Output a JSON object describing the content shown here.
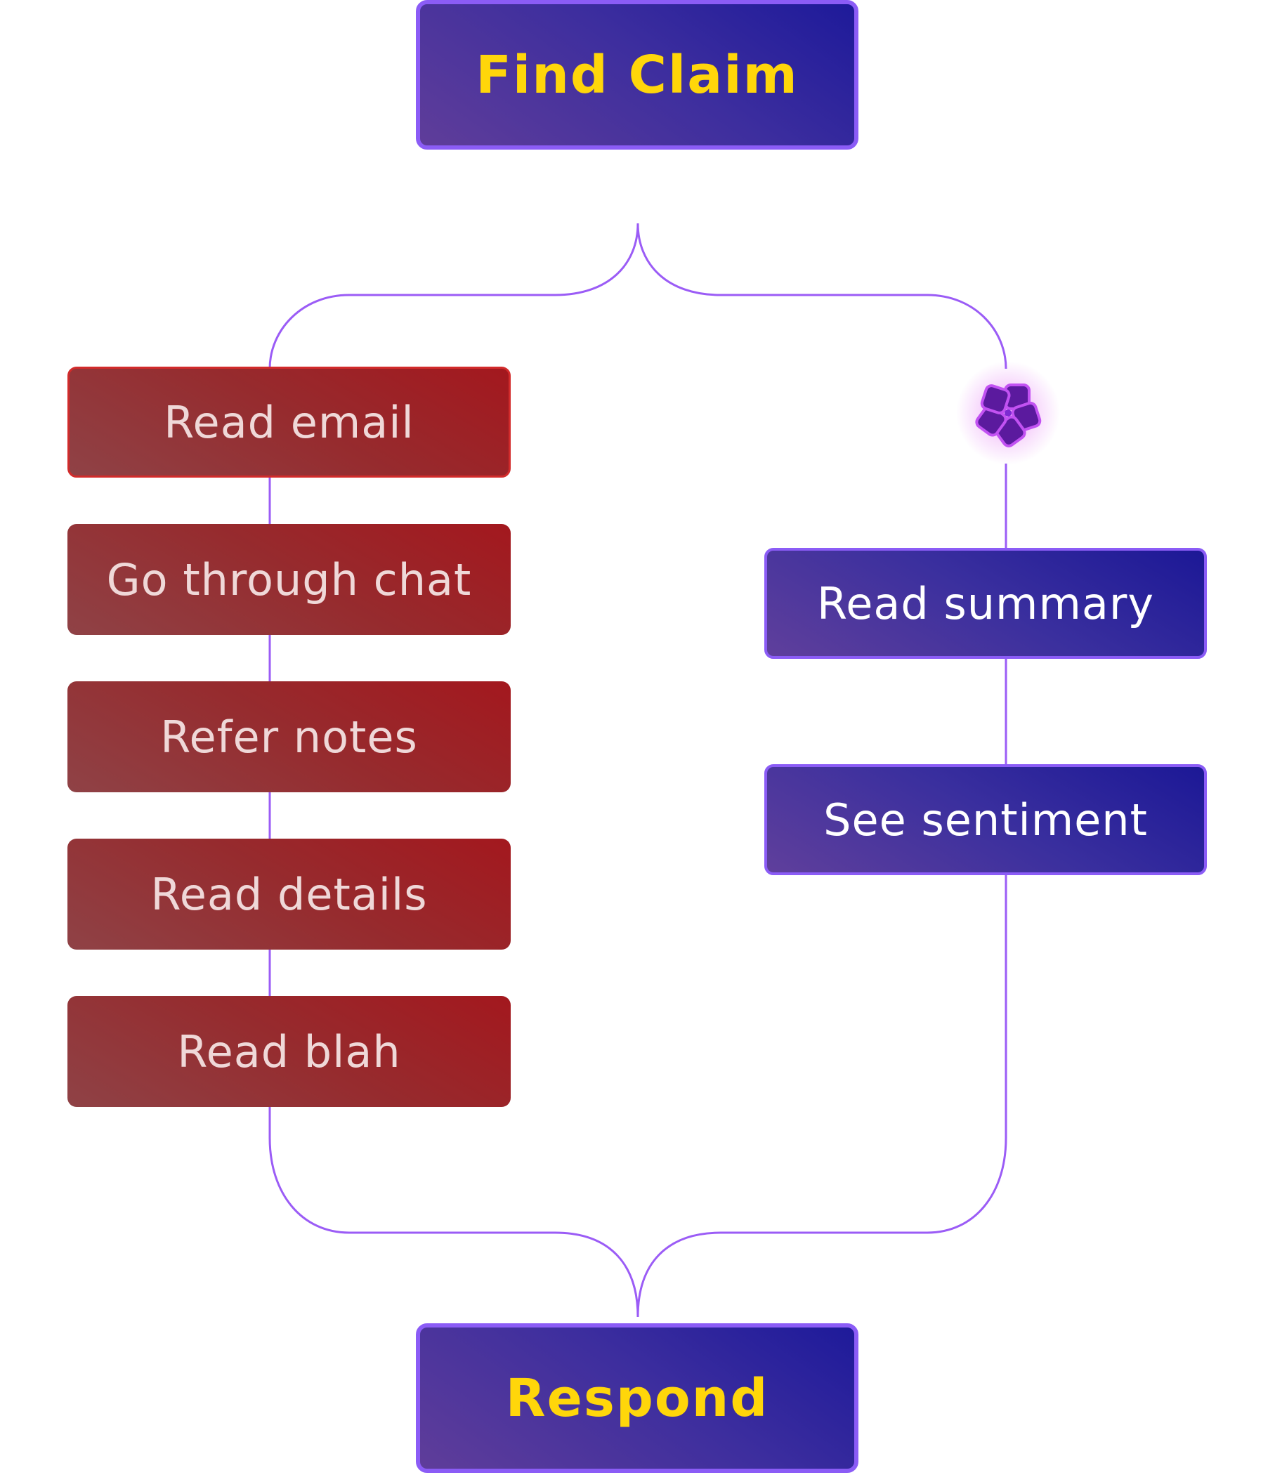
{
  "diagram": {
    "start": {
      "label": "Find Claim"
    },
    "end": {
      "label": "Respond"
    },
    "manual_steps": [
      {
        "label": "Read email"
      },
      {
        "label": "Go through chat"
      },
      {
        "label": "Refer notes"
      },
      {
        "label": "Read details"
      },
      {
        "label": "Read blah"
      }
    ],
    "assisted_steps": [
      {
        "label": "Read summary"
      },
      {
        "label": "See sentiment"
      }
    ],
    "assistant_icon": "flower-logo-icon"
  },
  "colors": {
    "line": "#9b5cf6",
    "line_accent": "#2b17e0",
    "primary_text": "#ffd60a",
    "step_text_light": "#ffffff",
    "manual_text": "#efd8d8",
    "manual_fill": "#9a2b2e",
    "assisted_fill": "#3b2f9f",
    "border": "#8b5cf6"
  }
}
